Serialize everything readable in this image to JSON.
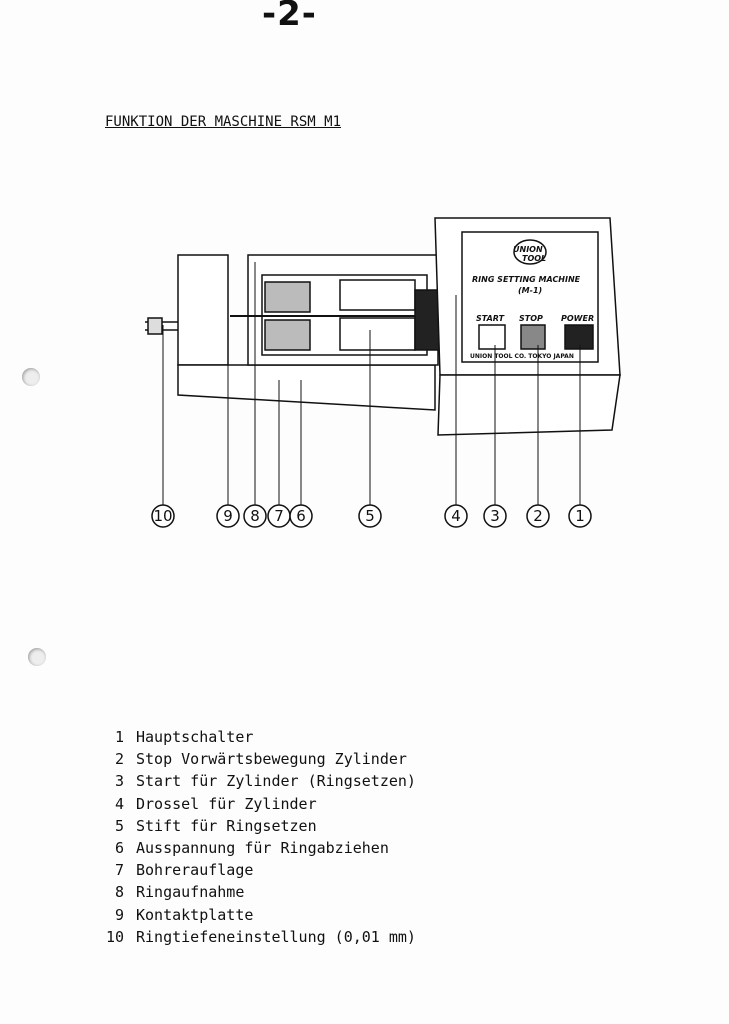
{
  "page_number": "-2-",
  "title": "FUNKTION DER MASCHINE RSM M1",
  "machine_panel": {
    "brand_line1": "UNION",
    "brand_line2": "TOOL",
    "name": "RING SETTING MACHINE",
    "model": "(M-1)",
    "buttons": [
      "START",
      "STOP",
      "POWER"
    ],
    "footer": "UNION TOOL CO. TOKYO JAPAN"
  },
  "callouts": [
    "10",
    "9",
    "8",
    "7",
    "6",
    "5",
    "4",
    "3",
    "2",
    "1"
  ],
  "legend": [
    {
      "num": "1",
      "text": "Hauptschalter"
    },
    {
      "num": "2",
      "text": "Stop Vorwärtsbewegung Zylinder"
    },
    {
      "num": "3",
      "text": "Start für Zylinder (Ringsetzen)"
    },
    {
      "num": "4",
      "text": "Drossel für Zylinder"
    },
    {
      "num": "5",
      "text": "Stift für Ringsetzen"
    },
    {
      "num": "6",
      "text": "Ausspannung für Ringabziehen"
    },
    {
      "num": "7",
      "text": "Bohrerauflage"
    },
    {
      "num": "8",
      "text": "Ringaufnahme"
    },
    {
      "num": "9",
      "text": "Kontaktplatte"
    },
    {
      "num": "10",
      "text": "Ringtiefeneinstellung (0,01 mm)"
    }
  ]
}
